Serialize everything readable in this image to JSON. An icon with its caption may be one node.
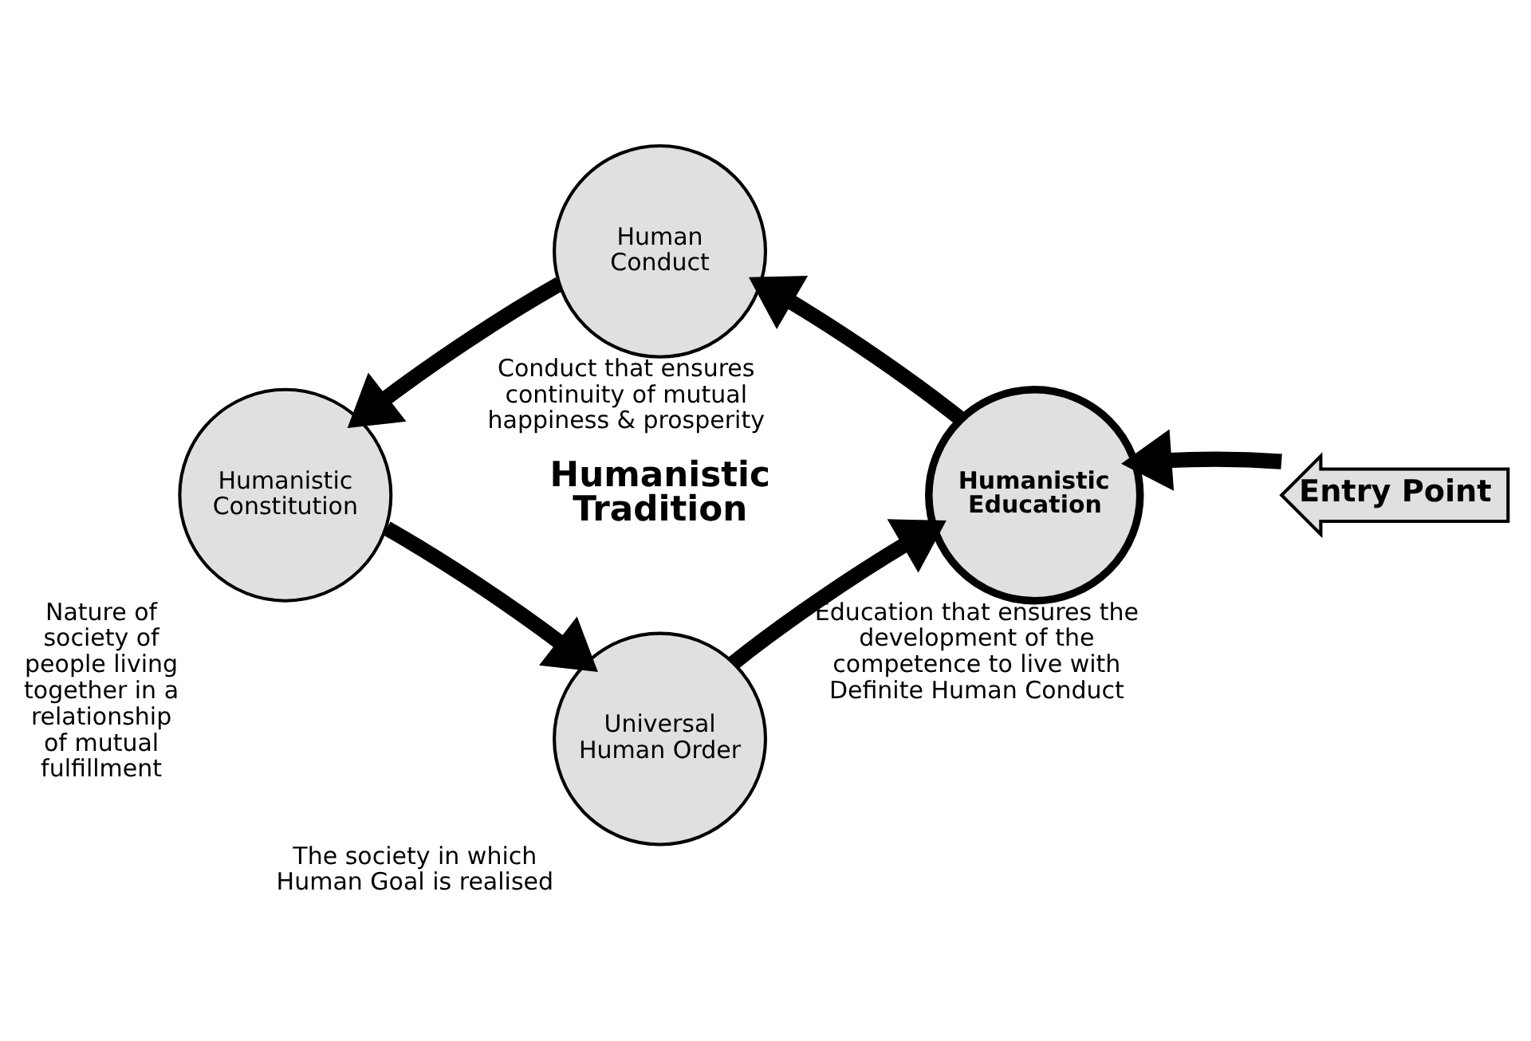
{
  "diagram": {
    "nodes": [
      {
        "text": [
          "Human Conduct"
        ],
        "beside": [
          "Conduct that ensures continuity of mutual happiness & prosperity"
        ]
      },
      {
        "text": [
          "Humanistic Constitution"
        ],
        "beside": [
          "Nature of society of people living together in a relationship of mutual fulfillment"
        ]
      },
      {
        "text": [
          "Humanistic Education"
        ],
        "beside": [
          "Education that ensures the development of the competence to live with Definite Human Conduct"
        ]
      },
      {
        "text": [
          "Universal Human Order"
        ],
        "beside": [
          "The society in which Human Goal is realised"
        ]
      },
      {
        "text": [
          "Entry Point"
        ]
      }
    ],
    "edges": [
      {
        "from": 2,
        "to": 0,
        "arrow": "to"
      },
      {
        "from": 0,
        "to": 1,
        "arrow": "to"
      },
      {
        "from": 1,
        "to": 3,
        "arrow": "to"
      },
      {
        "from": 3,
        "to": 2,
        "arrow": "to"
      },
      {
        "from": 4,
        "to": 2,
        "arrow": "to"
      }
    ],
    "labels": [
      "Humanistic Tradition"
    ]
  }
}
